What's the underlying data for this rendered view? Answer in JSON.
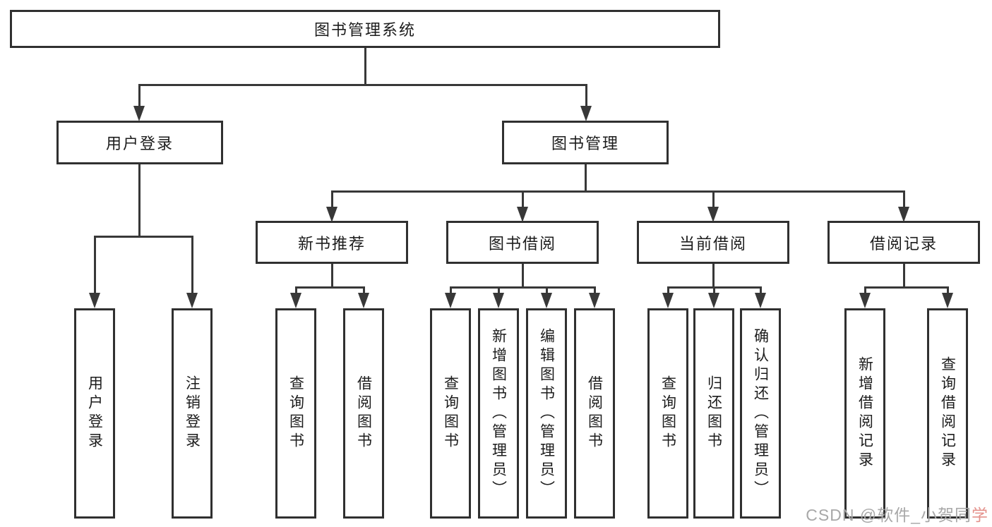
{
  "title": "图书管理系统",
  "tree": {
    "root": {
      "label": "图书管理系统"
    },
    "branches": [
      {
        "label": "用户登录",
        "children": [
          {
            "label": "用户登录"
          },
          {
            "label": "注销登录"
          }
        ]
      },
      {
        "label": "图书管理",
        "children": [
          {
            "label": "新书推荐",
            "children": [
              {
                "label": "查询图书"
              },
              {
                "label": "借阅图书"
              }
            ]
          },
          {
            "label": "图书借阅",
            "children": [
              {
                "label": "查询图书"
              },
              {
                "label": "新增图书（管理员）"
              },
              {
                "label": "编辑图书（管理员）"
              },
              {
                "label": "借阅图书"
              }
            ]
          },
          {
            "label": "当前借阅",
            "children": [
              {
                "label": "查询图书"
              },
              {
                "label": "归还图书"
              },
              {
                "label": "确认归还（管理员）"
              }
            ]
          },
          {
            "label": "借阅记录",
            "children": [
              {
                "label": "新增借阅记录"
              },
              {
                "label": "查询借阅记录"
              }
            ]
          }
        ]
      }
    ]
  },
  "watermark": {
    "prefix": "CSDN @软件_小贺同",
    "suffix": "学"
  },
  "colors": {
    "line": "#383838",
    "box_border": "#303030",
    "text": "#1c1c1c",
    "background": "#ffffff",
    "watermark_gray": "#a8a8a8",
    "watermark_red": "#e4928c"
  }
}
